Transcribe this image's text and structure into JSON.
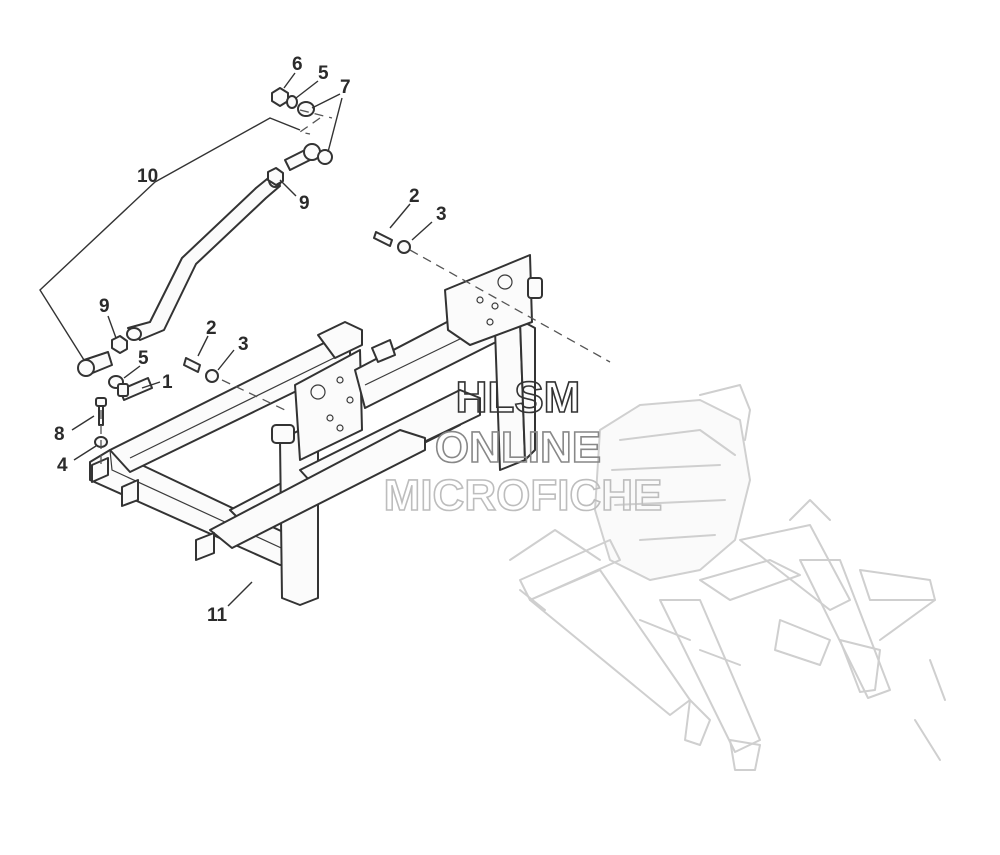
{
  "callouts": {
    "c1": "1",
    "c2a": "2",
    "c2b": "2",
    "c3a": "3",
    "c3b": "3",
    "c4": "4",
    "c5a": "5",
    "c5b": "5",
    "c6": "6",
    "c7": "7",
    "c8": "8",
    "c9a": "9",
    "c9b": "9",
    "c10": "10",
    "c11": "11"
  },
  "watermark": {
    "line1": "HLSM",
    "line2": "ONLINE",
    "line3": "MICROFICHE"
  },
  "colors": {
    "ink": "#333333",
    "ghost": "#d0d0d0",
    "watermark": "#9a9a9a"
  }
}
